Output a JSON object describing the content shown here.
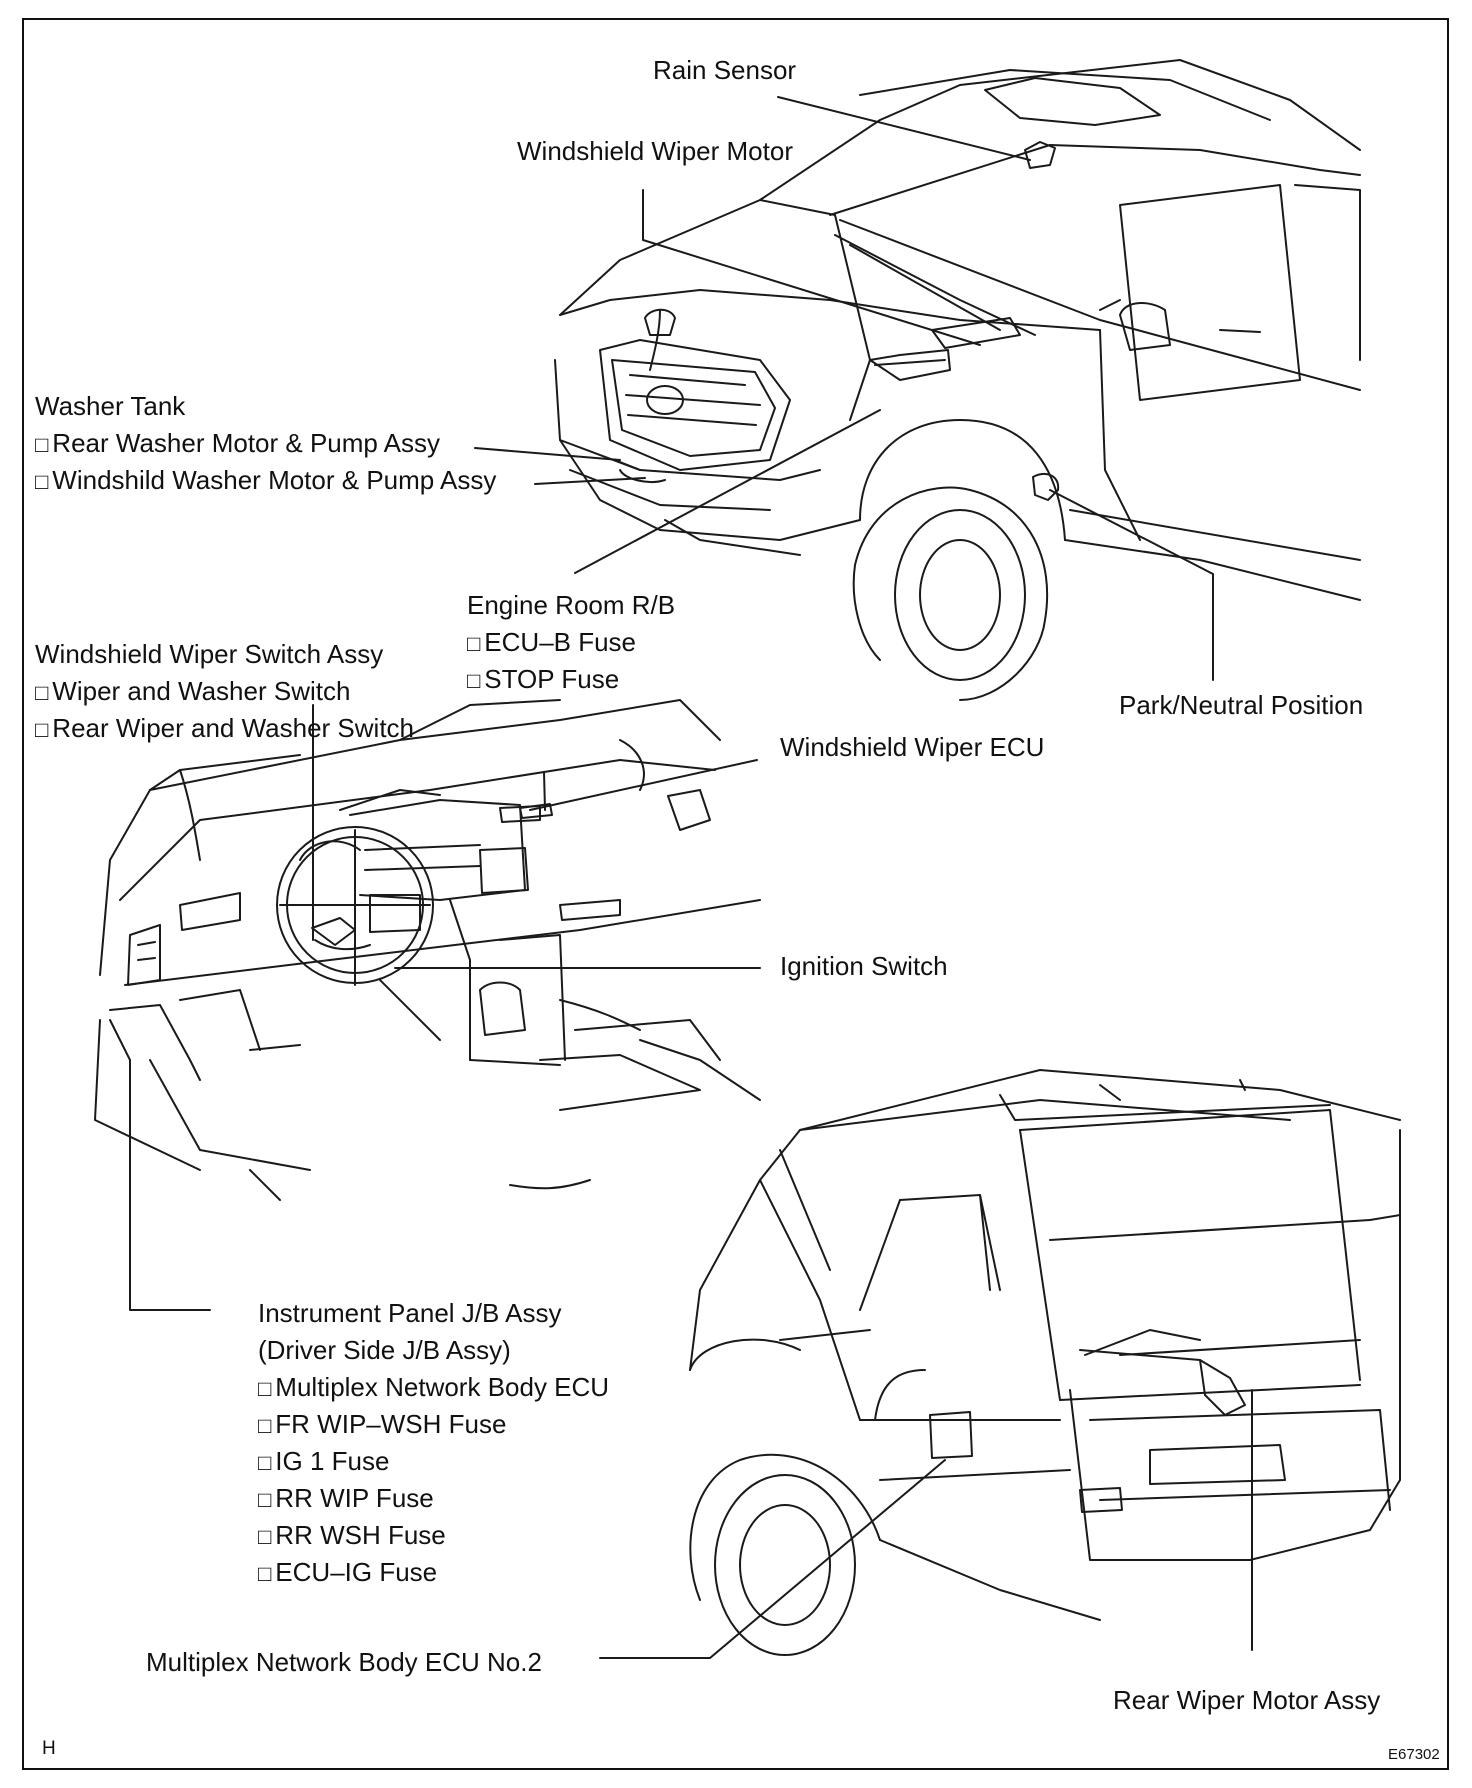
{
  "labels": {
    "rain_sensor": "Rain Sensor",
    "windshield_wiper_motor": "Windshield Wiper Motor",
    "washer_tank": {
      "title": "Washer Tank",
      "items": [
        "Rear Washer Motor & Pump Assy",
        "Windshild Washer Motor & Pump Assy"
      ]
    },
    "engine_room_rb": {
      "title": "Engine Room R/B",
      "items": [
        "ECU–B Fuse",
        "STOP Fuse"
      ]
    },
    "wiper_switch_assy": {
      "title": "Windshield Wiper Switch Assy",
      "items": [
        "Wiper and Washer Switch",
        "Rear Wiper and Washer Switch"
      ]
    },
    "park_neutral_position": "Park/Neutral Position",
    "windshield_wiper_ecu": "Windshield Wiper ECU",
    "ignition_switch": "Ignition Switch",
    "instrument_panel_jb": {
      "title": "Instrument Panel J/B Assy",
      "subtitle": "(Driver Side J/B Assy)",
      "items": [
        "Multiplex Network Body ECU",
        "FR WIP–WSH Fuse",
        "IG 1 Fuse",
        "RR WIP Fuse",
        "RR WSH Fuse",
        "ECU–IG Fuse"
      ]
    },
    "multiplex_ecu_no2": "Multiplex Network Body ECU No.2",
    "rear_wiper_motor_assy": "Rear Wiper Motor Assy"
  },
  "footer": {
    "left": "H",
    "right": "E67302"
  }
}
